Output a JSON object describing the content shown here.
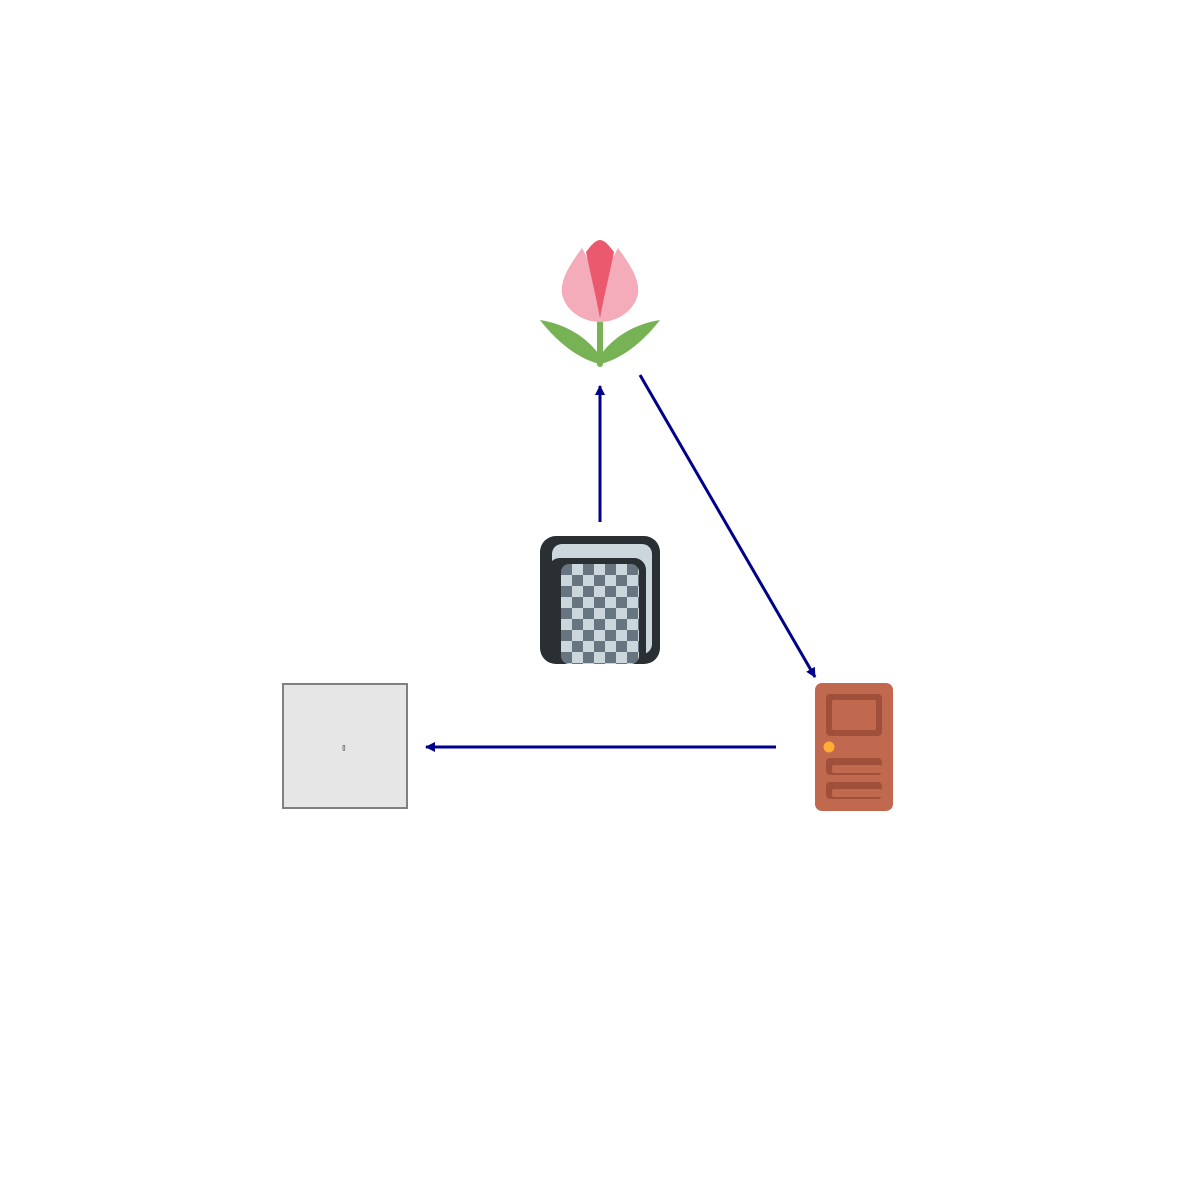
{
  "diagram": {
    "nodes": [
      {
        "id": "tulip",
        "icon": "tulip-icon"
      },
      {
        "id": "notebook",
        "icon": "notebook-checkered-icon"
      },
      {
        "id": "door",
        "icon": "door-icon"
      },
      {
        "id": "placeholder",
        "icon": "missing-image-icon",
        "glyph": "▯"
      }
    ],
    "edges": [
      {
        "from": "notebook",
        "to": "tulip"
      },
      {
        "from": "tulip",
        "to": "door"
      },
      {
        "from": "door",
        "to": "placeholder"
      }
    ],
    "colors": {
      "arrow": "#00008b",
      "tulip_petal_light": "#f4abba",
      "tulip_petal_dark": "#ea596e",
      "leaf": "#77b255",
      "notebook_cover": "#292f33",
      "notebook_page": "#ccd6dd",
      "notebook_check": "#66757f",
      "door": "#c1694f",
      "door_shadow": "#a0503a",
      "door_knob": "#ffac33",
      "placeholder_fill": "#e6e6e6",
      "placeholder_border": "#808080"
    }
  }
}
